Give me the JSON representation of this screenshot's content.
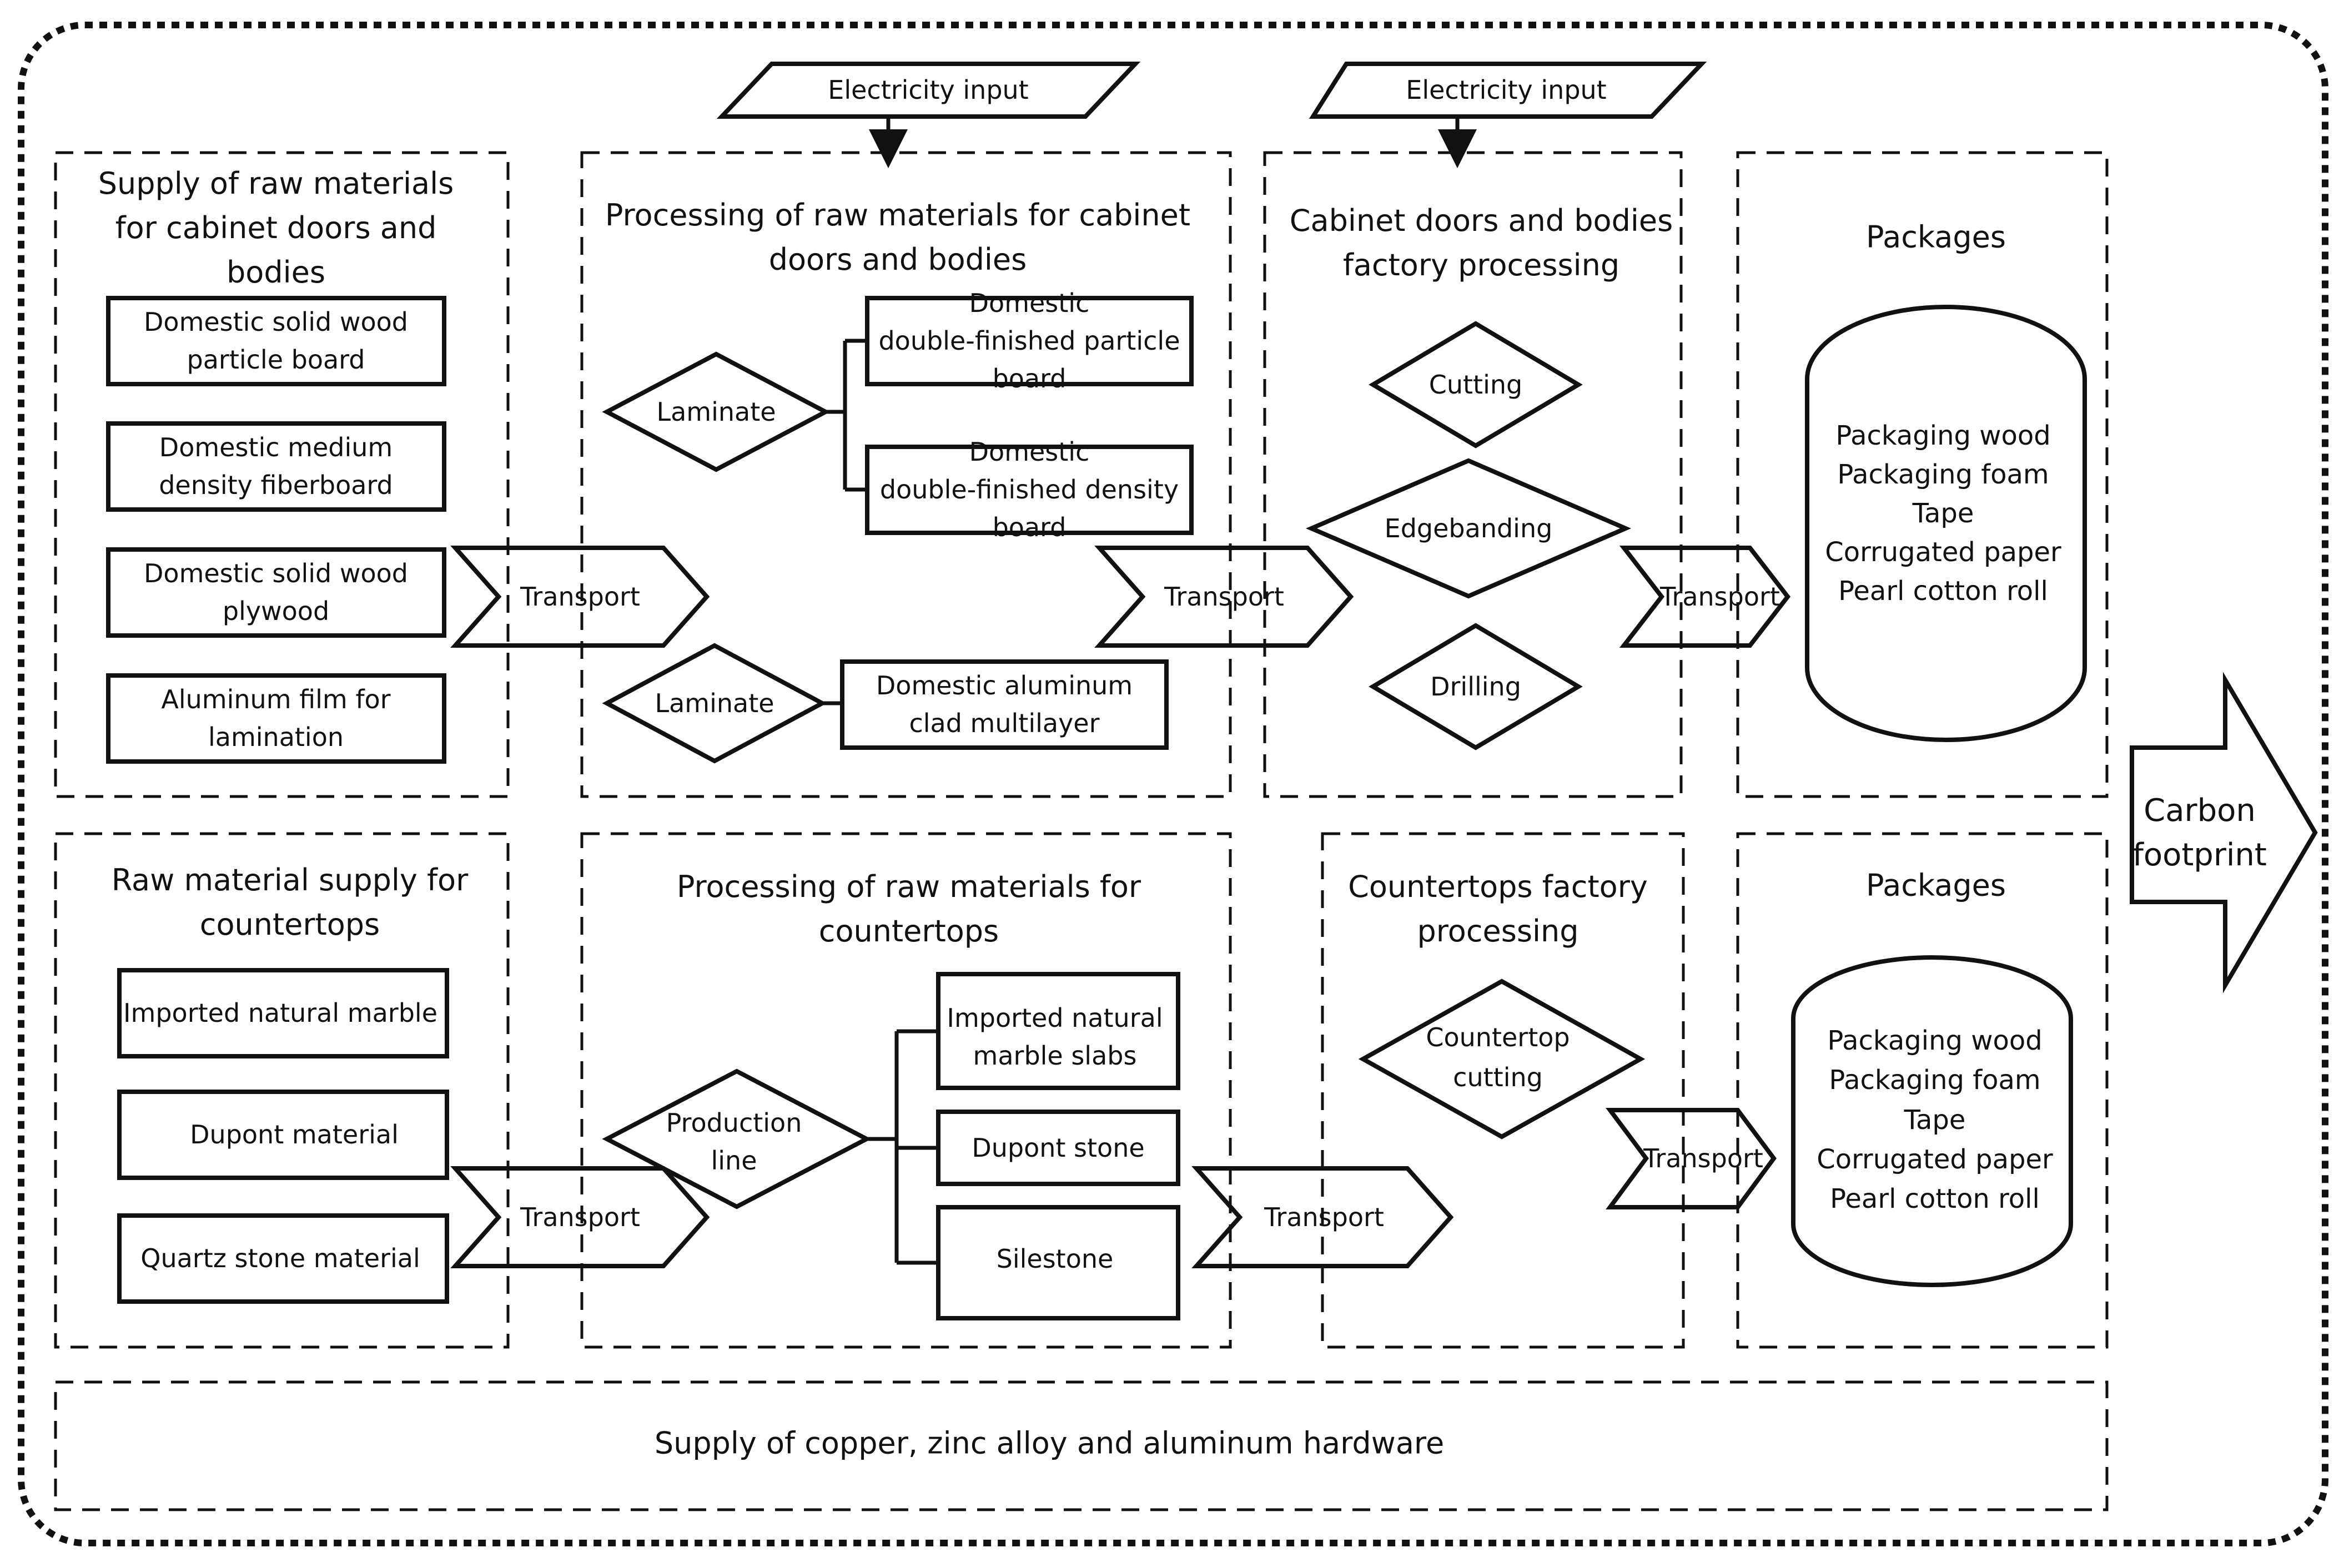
{
  "electricity": [
    "Electricity input",
    "Electricity input"
  ],
  "sections": {
    "supply_cabinet": "Supply of raw materials for cabinet doors and bodies",
    "processing_cabinet": "Processing of raw materials for cabinet doors and bodies",
    "factory_cabinet": "Cabinet doors and bodies factory processing",
    "packages_top": "Packages",
    "supply_countertops": "Raw material supply for countertops",
    "processing_countertops": "Processing of raw materials for countertops",
    "factory_countertops": "Countertops factory processing",
    "packages_bottom": "Packages",
    "hardware": "Supply of copper, zinc alloy and aluminum hardware"
  },
  "cabinet_materials": [
    "Domestic solid wood particle board",
    "Domestic medium density fiberboard",
    "Domestic solid wood plywood",
    "Aluminum film for lamination"
  ],
  "cabinet_processing": {
    "laminate_1": "Laminate",
    "laminate_2": "Laminate",
    "products": [
      "Domestic double-finished particle board",
      "Domestic double-finished density board",
      "Domestic aluminum clad multilayer"
    ]
  },
  "cabinet_factory_steps": [
    "Cutting",
    "Edgebanding",
    "Drilling"
  ],
  "countertop_materials": [
    "Imported natural marble",
    "Dupont material",
    "Quartz stone material"
  ],
  "countertop_processing": {
    "production_line": "Production line",
    "products": [
      "Imported natural marble slabs",
      "Dupont stone",
      "Silestone"
    ]
  },
  "countertop_factory_step": "Countertop cutting",
  "packaging_items_top": [
    "Packaging wood",
    "Packaging foam",
    "Tape",
    "Corrugated paper",
    "Pearl cotton roll"
  ],
  "packaging_items_bottom": [
    "Packaging wood",
    "Packaging foam",
    "Tape",
    "Corrugated paper",
    "Pearl cotton roll"
  ],
  "transport": [
    "Transport",
    "Transport",
    "Transport",
    "Transport",
    "Transport",
    "Transport"
  ],
  "output": "Carbon footprint"
}
